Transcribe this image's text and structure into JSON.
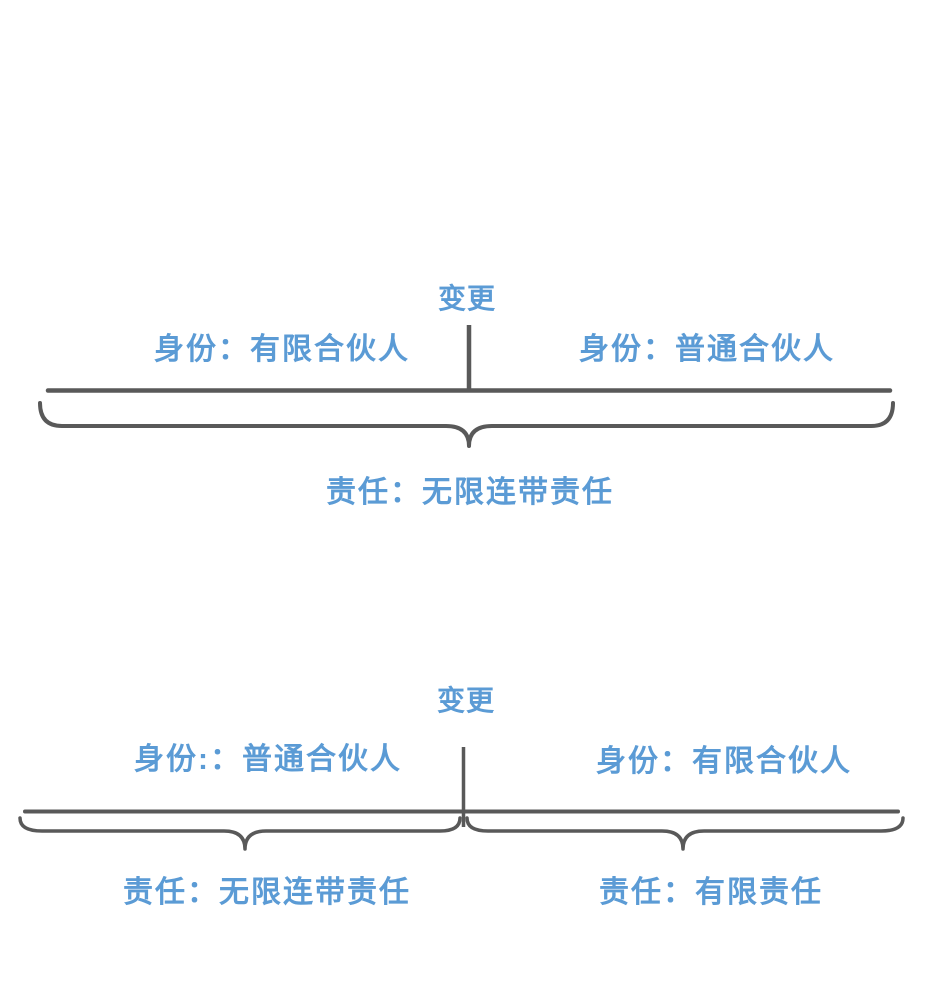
{
  "colors": {
    "text_blue": "#5B9BD5",
    "line_gray": "#595959",
    "background": "#ffffff"
  },
  "diagram_top": {
    "title": "变更",
    "left_identity": "身份：有限合伙人",
    "right_identity": "身份：普通合伙人",
    "liability": "责任：无限连带责任"
  },
  "diagram_bottom": {
    "title": "变更",
    "left_identity": "身份:：普通合伙人",
    "right_identity": "身份：有限合伙人",
    "left_liability": "责任：无限连带责任",
    "right_liability": "责任：有限责任"
  }
}
